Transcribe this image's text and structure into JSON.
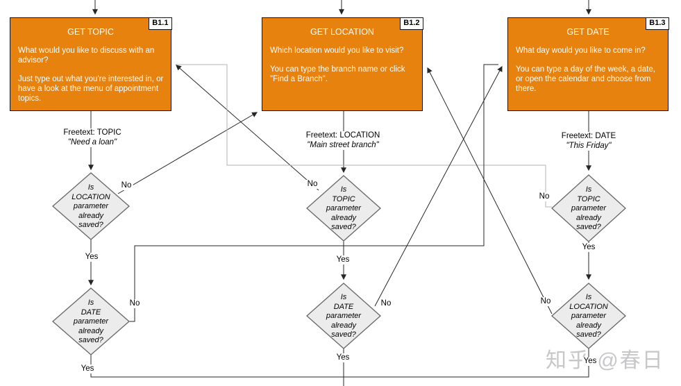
{
  "watermark": "知乎 @春日",
  "colors": {
    "box_fill": "#e8820e",
    "box_border": "#141414",
    "diamond_fill": "#ececec",
    "diamond_border": "#666666",
    "connector": "#262626",
    "connector_light": "#b3b3b3"
  },
  "columns": [
    {
      "badge": "B1.1",
      "title": "GET TOPIC",
      "body1": "What would you like to discuss with an advisor?",
      "body2": "Just type out what you're interested in, or have a look at the menu of appointment topics.",
      "freetext_label": "Freetext: TOPIC",
      "freetext_example": "\"Need a loan\"",
      "diamond1_text": "Is\nLOCATION\nparameter\nalready\nsaved?",
      "diamond1_no": "No",
      "diamond1_yes": "Yes",
      "diamond2_text": "Is\nDATE\nparameter\nalready\nsaved?",
      "diamond2_no": "No",
      "diamond2_yes": "Yes"
    },
    {
      "badge": "B1.2",
      "title": "GET LOCATION",
      "body1": "Which location would you like to visit?",
      "body2": "You can type the branch name or click  \"Find a Branch\".",
      "freetext_label": "Freetext: LOCATION",
      "freetext_example": "\"Main street branch\"",
      "diamond1_text": "Is\nTOPIC\nparameter\nalready\nsaved?",
      "diamond1_no": "No",
      "diamond1_yes": "Yes",
      "diamond2_text": "Is\nDATE\nparameter\nalready\nsaved?",
      "diamond2_no": "No",
      "diamond2_yes": "Yes"
    },
    {
      "badge": "B1.3",
      "title": "GET DATE",
      "body1": "What day would you like to come in?",
      "body2": "You can type a day of the week, a date, or open the calendar and choose from there.",
      "freetext_label": "Freetext: DATE",
      "freetext_example": "\"This Friday\"",
      "diamond1_text": "Is\nTOPIC\nparameter\nalready\nsaved?",
      "diamond1_no": "No",
      "diamond1_yes": "Yes",
      "diamond2_text": "Is\nLOCATION\nparameter\nalready\nsaved?",
      "diamond2_no": "No",
      "diamond2_yes": "Yes"
    }
  ]
}
